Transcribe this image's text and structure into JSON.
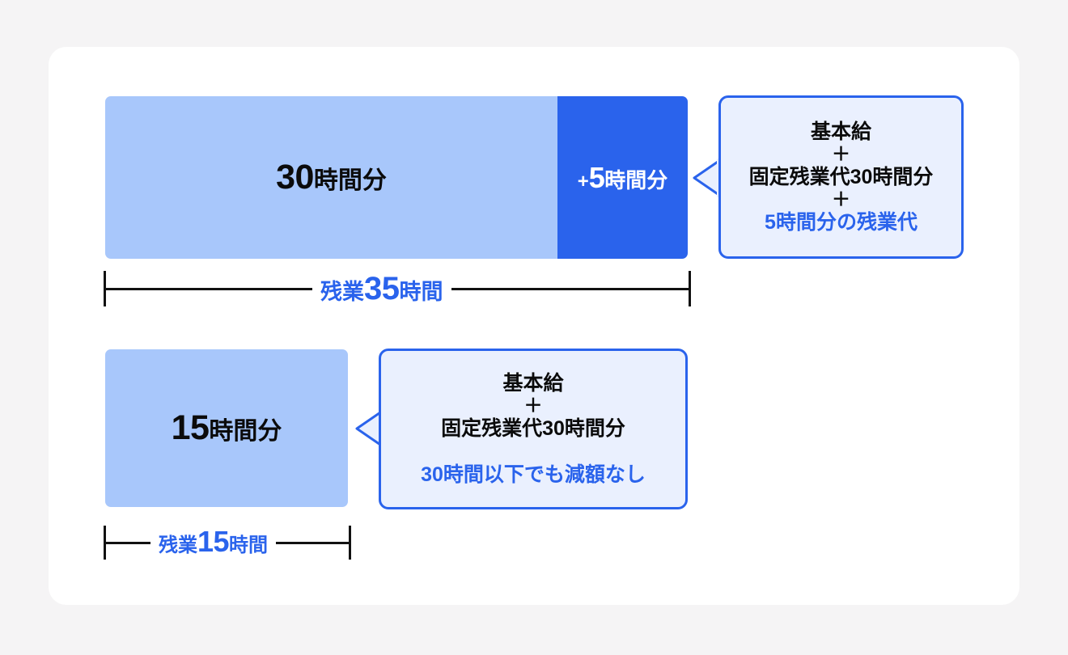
{
  "theme": {
    "page_background": "#f5f4f5",
    "card_background": "#ffffff",
    "bar_light": "#a8c7fb",
    "bar_dark": "#2a63ec",
    "accent": "#2a63ec",
    "callout_fill": "#eaf0fe",
    "text_dark": "#0b0b0b",
    "text_white": "#ffffff",
    "bracket_line": "#111111"
  },
  "scenario_over": {
    "bar": {
      "fixed_segment": {
        "number": "30",
        "unit": "時間分"
      },
      "extra_segment": {
        "plus": "+",
        "number": "5",
        "unit": "時間分"
      }
    },
    "callout": {
      "line1": "基本給",
      "line2": "＋",
      "line3": "固定残業代30時間分",
      "line4": "＋",
      "line5": "5時間分の残業代"
    },
    "bracket": {
      "prefix": "残業",
      "number": "35",
      "suffix": "時間"
    }
  },
  "scenario_under": {
    "bar": {
      "worked_segment": {
        "number": "15",
        "unit": "時間分"
      }
    },
    "callout": {
      "line1": "基本給",
      "line2": "＋",
      "line3": "固定残業代30時間分",
      "note": "30時間以下でも減額なし"
    },
    "bracket": {
      "prefix": "残業",
      "number": "15",
      "suffix": "時間"
    }
  }
}
